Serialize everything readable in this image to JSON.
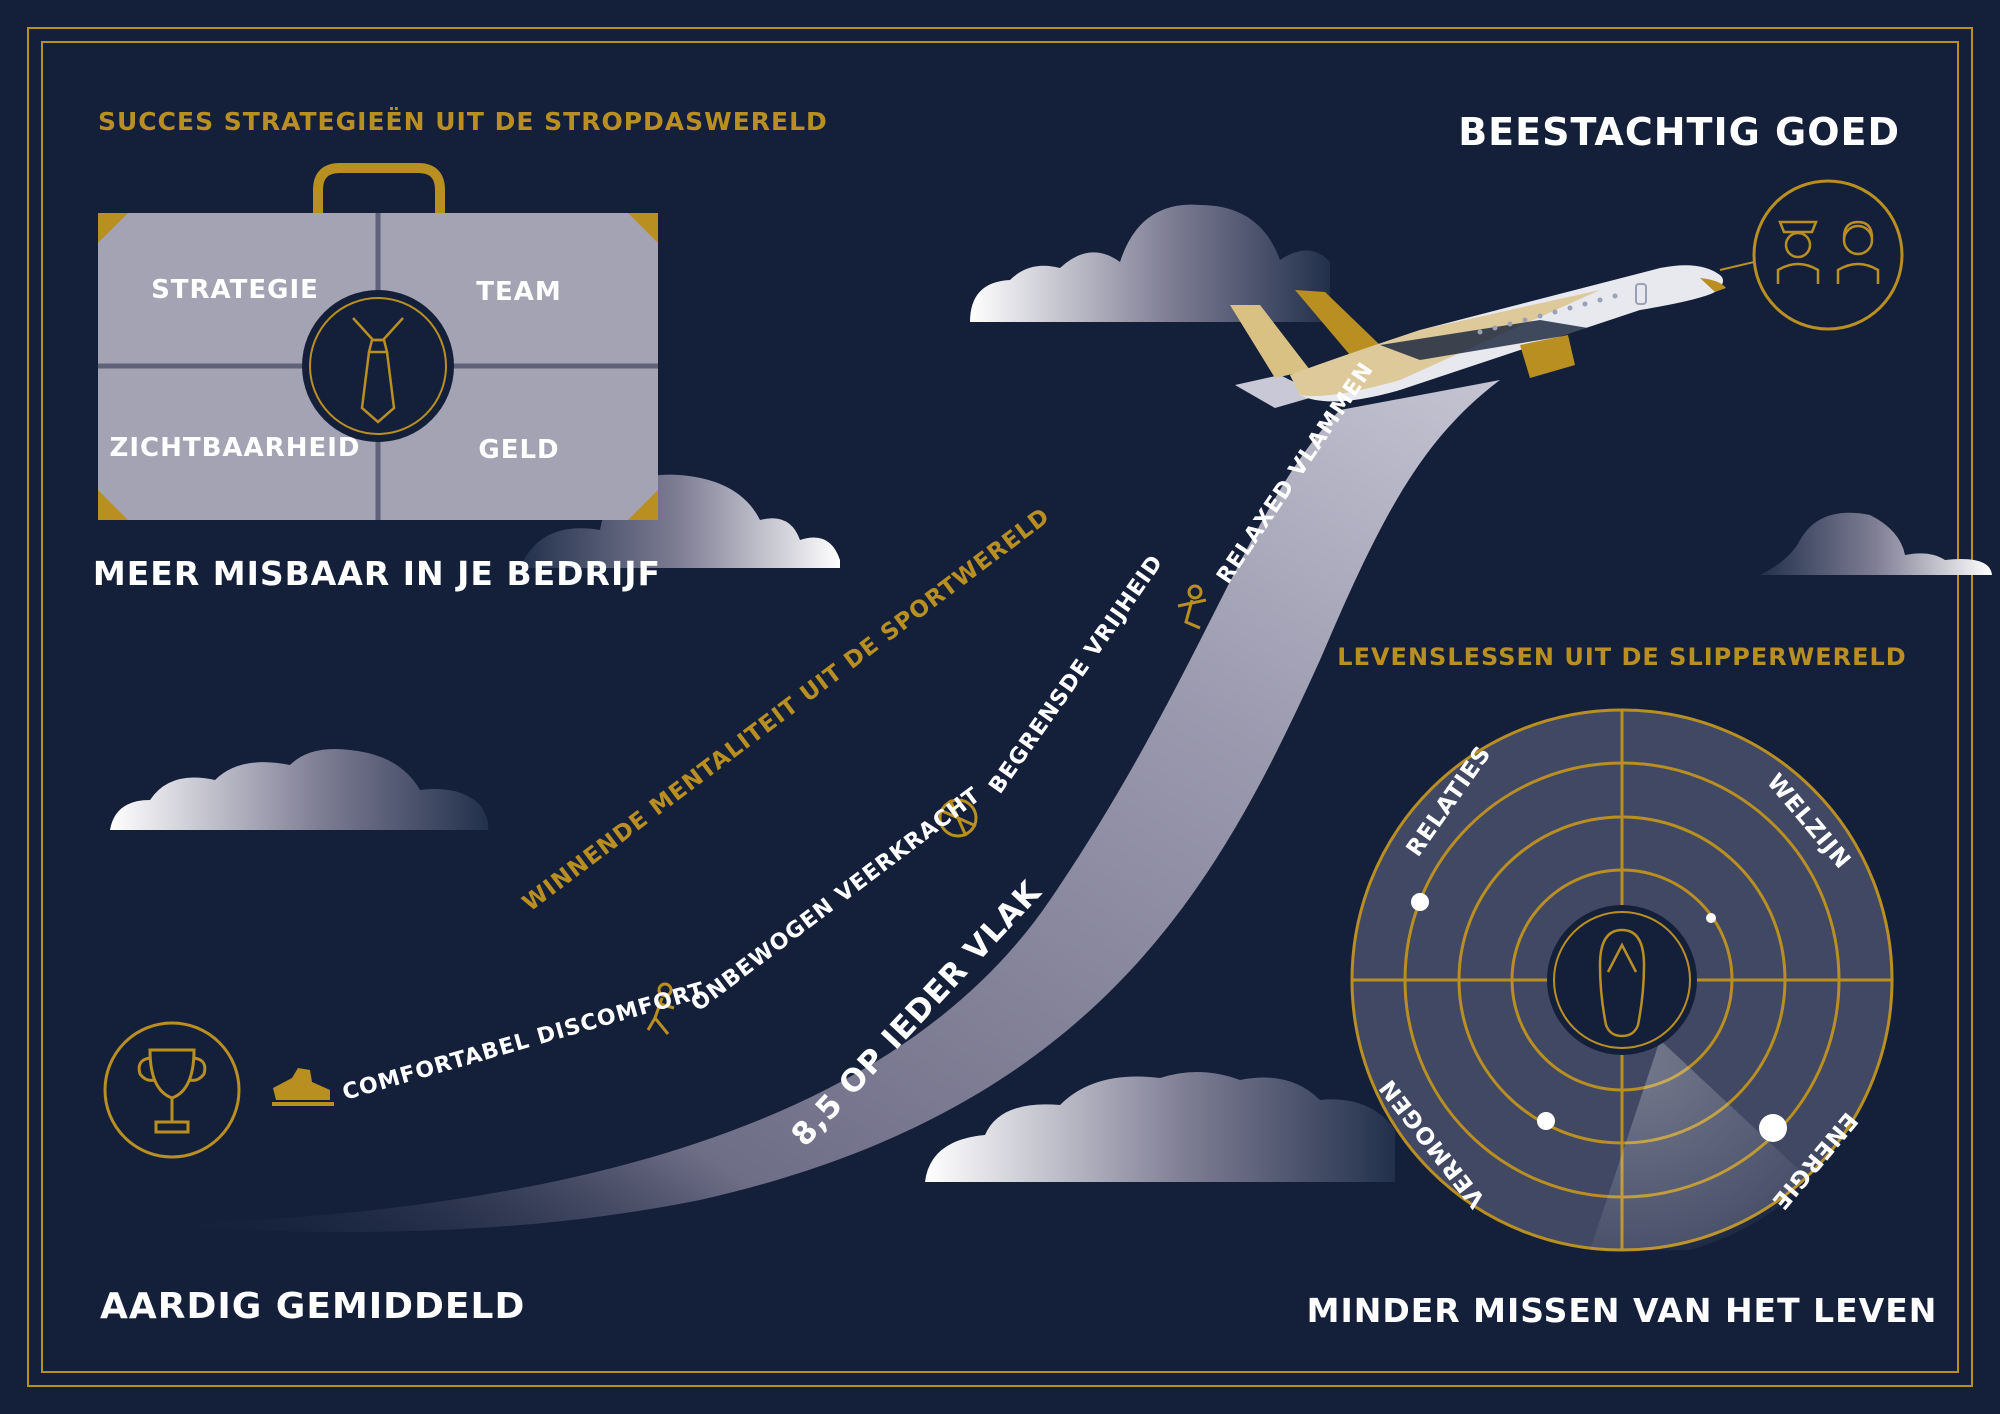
{
  "colors": {
    "background": "#14203a",
    "gold": "#b98f22",
    "white": "#ffffff",
    "panel": "#a4a3b3",
    "trail": "#9a99ad"
  },
  "top_left": {
    "heading": "SUCCES STRATEGIEËN UIT DE STROPDASWERELD",
    "quadrants": [
      "STRATEGIE",
      "TEAM",
      "ZICHTBAARHEID",
      "GELD"
    ],
    "caption": "MEER MISBAAR IN JE BEDRIJF",
    "center_icon": "tie-icon"
  },
  "top_right": {
    "title": "BEESTACHTIG GOED",
    "icon": "pilots-icon"
  },
  "bottom_left": {
    "title": "AARDIG GEMIDDELD",
    "icon": "trophy-icon"
  },
  "trail": {
    "heading": "WINNENDE MENTALITEIT UIT DE SPORTWERELD",
    "items": [
      {
        "label": "COMFORTABEL DISCOMFORT",
        "icon": "skate-icon"
      },
      {
        "label": "ONBEWOGEN VEERKRACHT",
        "icon": "runner-icon"
      },
      {
        "label": "BEGRENSDE VRIJHEID",
        "icon": "football-icon"
      },
      {
        "label": "RELAXED VLAMMEN",
        "icon": "fitness-icon"
      }
    ],
    "score": "8,5 OP IEDER VLAK"
  },
  "radar": {
    "heading": "LEVENSLESSEN UIT DE SLIPPERWERELD",
    "labels": [
      "RELATIES",
      "WELZIJN",
      "VERMOGEN",
      "ENERGIE"
    ],
    "caption": "MINDER MISSEN VAN HET LEVEN",
    "center_icon": "flipflop-icon"
  }
}
